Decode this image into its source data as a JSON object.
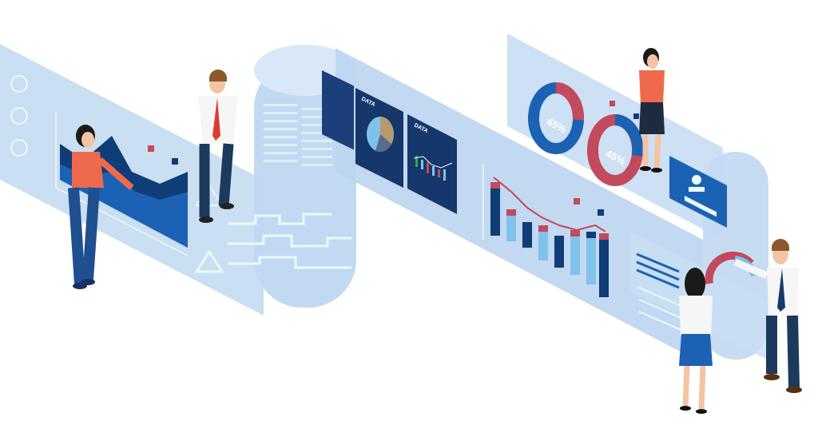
{
  "colors": {
    "ribbon": "#b8d3ef",
    "ribbon_light": "#d6e6f7",
    "ribbon_edge": "#9cc0e6",
    "navy": "#0e3d78",
    "blue": "#1b62b4",
    "light_blue": "#7fc3ea",
    "red": "#c24a5c",
    "coral": "#ef6a4d",
    "cyan_line": "#e8fbff",
    "panel_dark": "#1b3f7a"
  },
  "panels": {
    "data_panel_left_title": "DATA",
    "data_panel_right_title": "DATA",
    "donut_left_label": "45%",
    "donut_right_label": "45%"
  },
  "icons": [
    "cog-icon",
    "triangle-icon",
    "id-card-icon",
    "pie-chart-icon"
  ]
}
